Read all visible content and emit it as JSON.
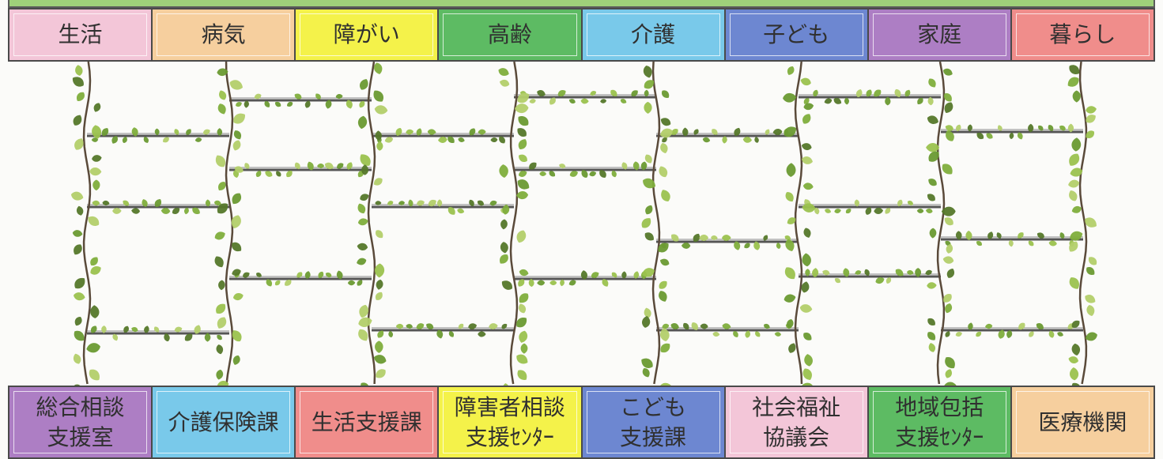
{
  "categories": [
    {
      "label": "生活",
      "color": "#f3c6d8"
    },
    {
      "label": "病気",
      "color": "#f6cf9e"
    },
    {
      "label": "障がい",
      "color": "#f4f24a"
    },
    {
      "label": "高齢",
      "color": "#5dbb63"
    },
    {
      "label": "介護",
      "color": "#79c9ea"
    },
    {
      "label": "子ども",
      "color": "#6d87d1"
    },
    {
      "label": "家庭",
      "color": "#ad7ec4"
    },
    {
      "label": "暮らし",
      "color": "#f08d8b"
    }
  ],
  "agencies": [
    {
      "label": "総合相談\n支援室",
      "color": "#ad7ec4"
    },
    {
      "label": "介護保険課",
      "color": "#79c9ea"
    },
    {
      "label": "生活支援課",
      "color": "#f08d8b"
    },
    {
      "label": "障害者相談\n支援ｾﾝﾀｰ",
      "color": "#f4f24a"
    },
    {
      "label": "こども\n支援課",
      "color": "#6d87d1"
    },
    {
      "label": "社会福祉\n協議会",
      "color": "#f3c6d8"
    },
    {
      "label": "地域包括\n支援ｾﾝﾀｰ",
      "color": "#5dbb63"
    },
    {
      "label": "医療機関",
      "color": "#f6cf9e"
    }
  ]
}
